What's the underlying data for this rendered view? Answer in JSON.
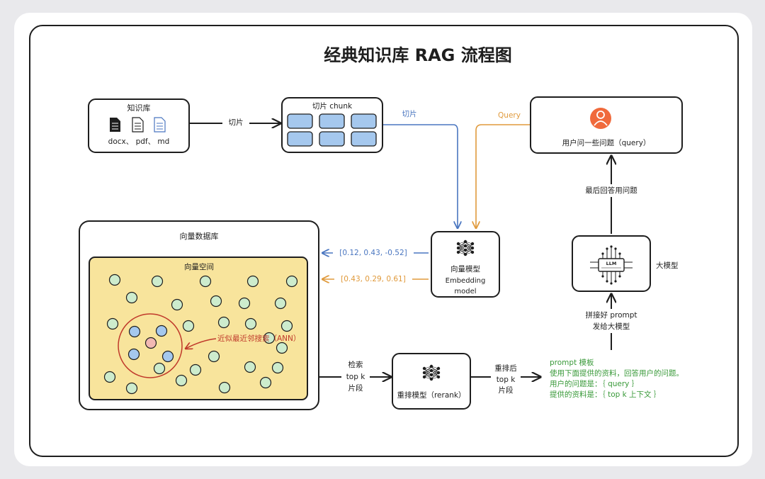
{
  "title": "经典知识库 RAG 流程图",
  "knowledge_base": {
    "label": "知识库",
    "formats": "docx、 pdf、 md",
    "icons": [
      "docx-file-icon",
      "pdf-file-icon",
      "md-file-icon"
    ]
  },
  "edges": {
    "kb_to_chunk": "切片",
    "chunk_to_embedding": "切片",
    "query_to_embedding": "Query",
    "llm_to_user": "最后回答用问题",
    "prompt_to_llm": [
      "拼接好 prompt",
      "发给大模型"
    ],
    "db_to_rerank": [
      "检索",
      "top k",
      "片段"
    ],
    "rerank_to_prompt": [
      "重排后",
      "top k",
      "片段"
    ]
  },
  "chunk_box": {
    "label": "切片 chunk",
    "cell_count": 6
  },
  "user_box": {
    "label": "用户问一些问题（query）",
    "icon": "user-avatar-icon"
  },
  "vector_db": {
    "label": "向量数据库",
    "space_label": "向量空间",
    "ann_label": "近似最近邻搜索（ANN）"
  },
  "embedding_model": {
    "icon": "neural-network-icon",
    "label": "向量模型",
    "sub1": "Embedding",
    "sub2": "model",
    "vector_blue": "[0.12, 0.43, -0.52]",
    "vector_orange": "[0.43, 0.29, 0.61]"
  },
  "llm": {
    "chip_label": "LLM",
    "label": "大模型",
    "icon": "llm-chip-icon"
  },
  "rerank": {
    "label": "重排模型（rerank）",
    "icon": "neural-network-icon"
  },
  "prompt_template": {
    "title": "prompt 模板",
    "lines": [
      "使用下面提供的资料，回答用户的问题。",
      "用户的问题是：｛ query ｝",
      "提供的资料是：｛ top k 上下文 ｝"
    ]
  },
  "colors": {
    "blue": "#4a76c0",
    "orange": "#e09a3c",
    "red": "#c0392b",
    "green_text": "#3a9a3a",
    "yellow_fill": "#f8e49c",
    "node_green": "#cdeccd",
    "node_blue": "#a5c8ee",
    "node_pink": "#f2b9b3"
  }
}
